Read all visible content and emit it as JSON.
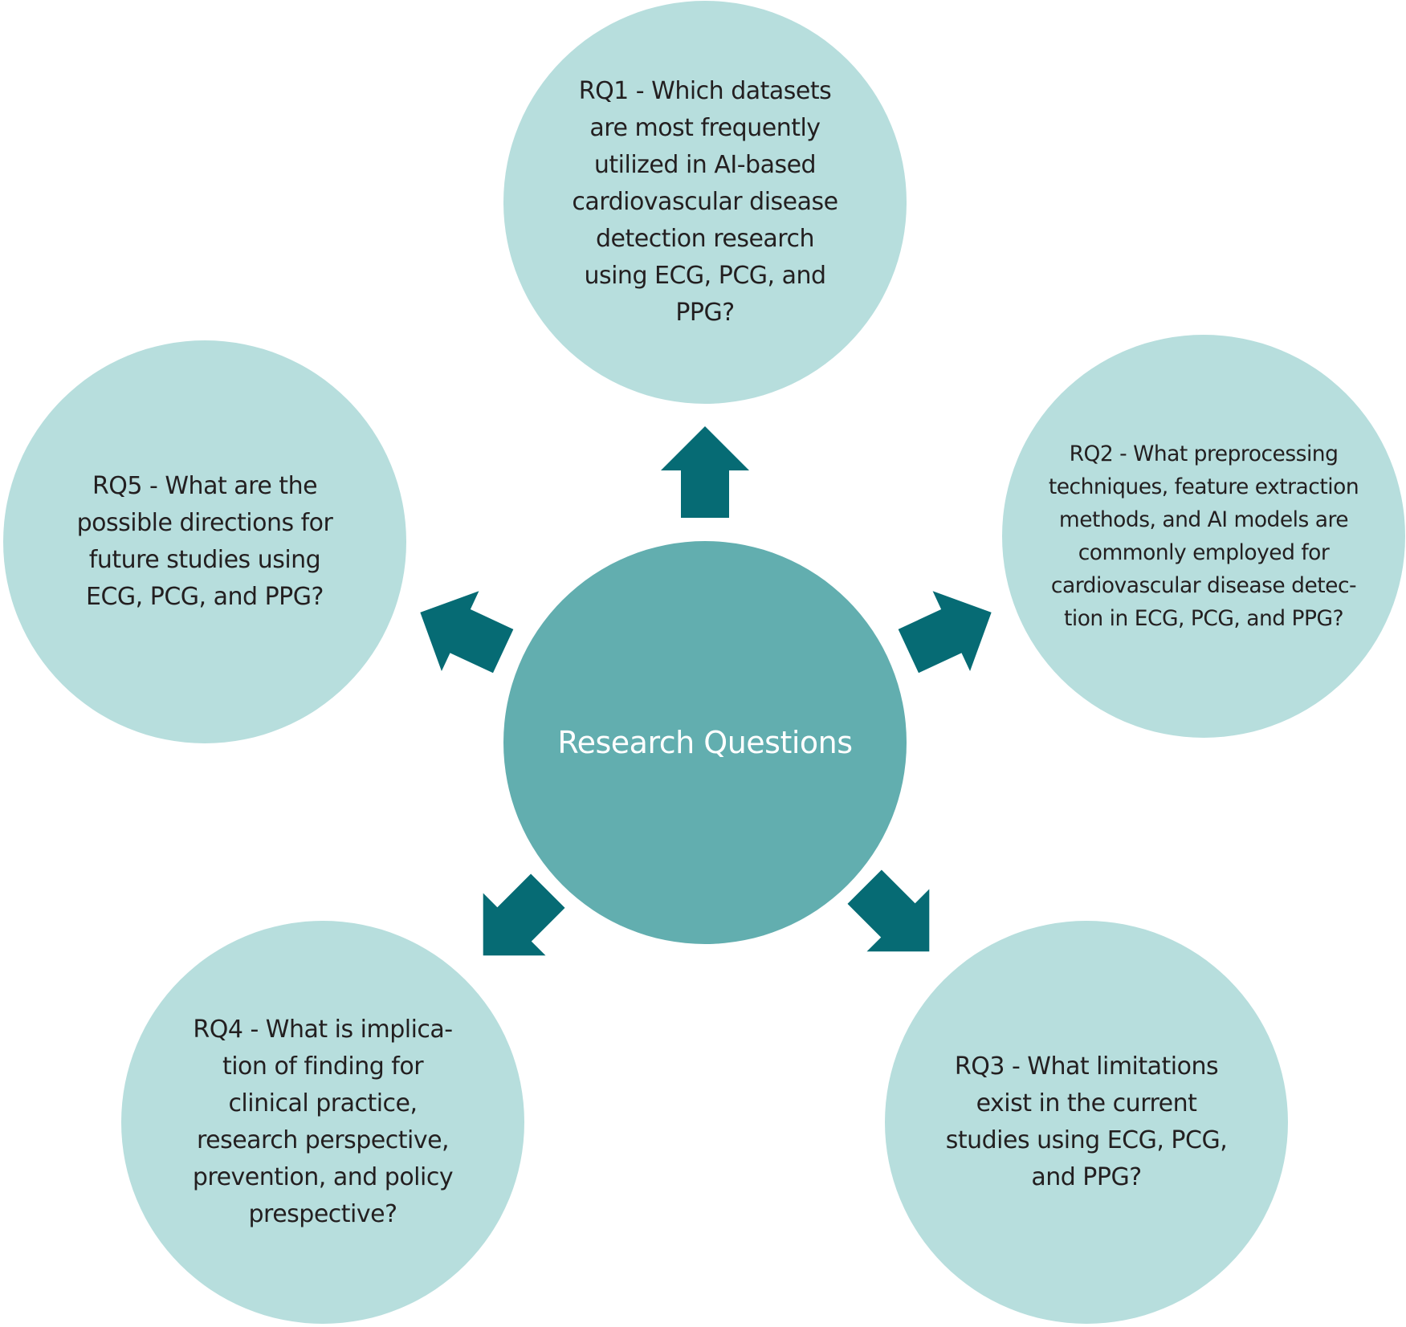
{
  "center": {
    "label": "Research Questions"
  },
  "questions": [
    {
      "id": "RQ1",
      "lines": [
        "RQ1 - Which datasets",
        "are most frequently",
        "utilized in AI-based",
        "cardiovascular disease",
        "detection research",
        "using ECG, PCG, and",
        "PPG?"
      ]
    },
    {
      "id": "RQ2",
      "lines": [
        "RQ2 - What preprocessing",
        "techniques, feature extraction",
        "methods, and AI models are",
        "commonly employed for",
        "cardiovascular disease detec-",
        "tion in ECG, PCG, and PPG?"
      ]
    },
    {
      "id": "RQ3",
      "lines": [
        "RQ3 - What limitations",
        "exist in the current",
        "studies using ECG, PCG,",
        "and PPG?"
      ]
    },
    {
      "id": "RQ4",
      "lines": [
        "RQ4 - What is implica-",
        "tion of finding for",
        "clinical practice,",
        "research perspective,",
        "prevention, and policy",
        "prespective?"
      ]
    },
    {
      "id": "RQ5",
      "lines": [
        "RQ5 - What are the",
        "possible directions for",
        "future studies using",
        "ECG, PCG, and PPG?"
      ]
    }
  ],
  "colors": {
    "outer": "#b7dedd",
    "center": "#62aeaf",
    "arrow": "#066b74"
  }
}
